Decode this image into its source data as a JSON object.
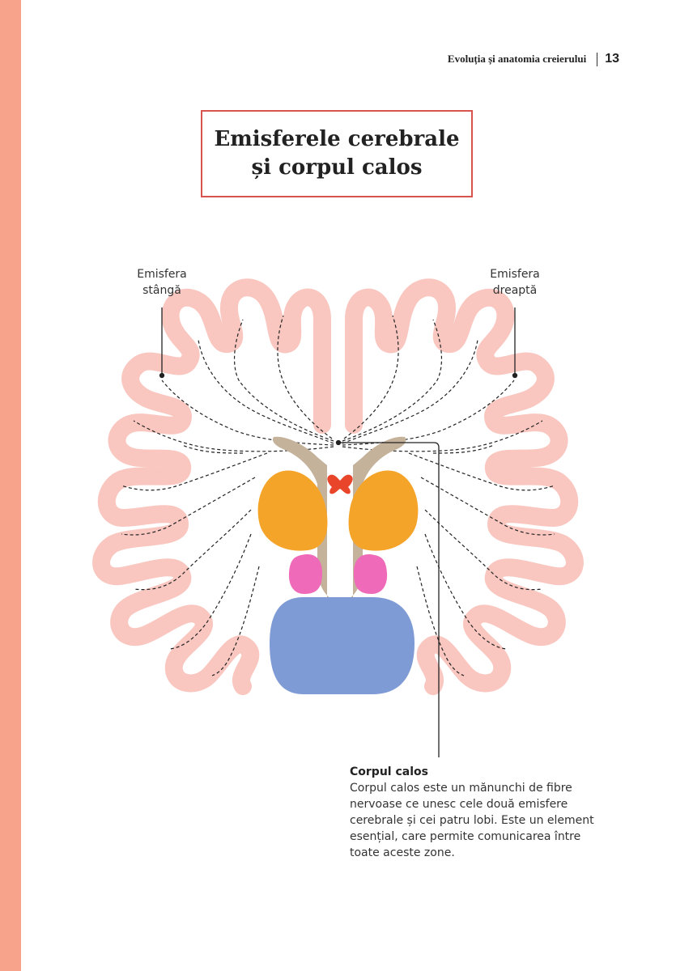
{
  "header": {
    "chapter_title": "Evoluția și anatomia creierului",
    "page_number": "13"
  },
  "title": {
    "line1": "Emisferele cerebrale",
    "line2": "și corpul calos"
  },
  "labels": {
    "left_line1": "Emisfera",
    "left_line2": "stângă",
    "right_line1": "Emisfera",
    "right_line2": "dreaptă"
  },
  "caption": {
    "title": "Corpul calos",
    "text": "Corpul calos este un mănunchi de fibre nervoase ce unesc cele două emisfere cerebrale și cei patru lobi. Este un element esențial, care permite comunicarea între toate aceste zone."
  },
  "colors": {
    "accent_strip": "#f7a38c",
    "title_border": "#d9534f",
    "cortex": "#f9c7c0",
    "stem": "#c4b29a",
    "thalamus": "#f5a42a",
    "red_structure": "#e9452a",
    "pink_structure": "#ef6ab9",
    "blue_structure": "#7f9bd6"
  }
}
